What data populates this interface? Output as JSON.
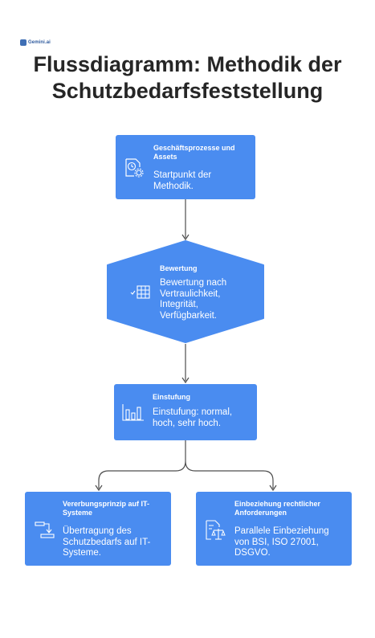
{
  "logo": {
    "text": "Gemini.ai"
  },
  "title": {
    "line1": "Flussdiagramm: Methodik der",
    "line2": "Schutzbedarfsfeststellung"
  },
  "nodes": {
    "processes": {
      "title_line1": "Geschäftsprozesse und",
      "title_line2": "Assets",
      "desc_line1": "Startpunkt der",
      "desc_line2": "Methodik.",
      "icon": "clock-gear-document-icon"
    },
    "evaluation": {
      "title": "Bewertung",
      "desc_line1": "Bewertung nach",
      "desc_line2": "Vertraulichkeit,",
      "desc_line3": "Integrität,",
      "desc_line4": "Verfügbarkeit.",
      "icon": "table-check-icon"
    },
    "classification": {
      "title": "Einstufung",
      "desc_line1": "Einstufung: normal,",
      "desc_line2": "hoch, sehr hoch.",
      "icon": "bar-chart-icon"
    },
    "inheritance": {
      "title_line1": "Vererbungsprinzip auf IT-",
      "title_line2": "Systeme",
      "desc_line1": "Übertragung des",
      "desc_line2": "Schutzbedarfs auf IT-",
      "desc_line3": "Systeme.",
      "icon": "hierarchy-arrow-icon"
    },
    "legal": {
      "title_line1": "Einbeziehung rechtlicher",
      "title_line2": "Anforderungen",
      "desc_line1": "Parallele Einbeziehung",
      "desc_line2": "von BSI, ISO 27001,",
      "desc_line3": "DSGVO.",
      "icon": "document-scales-icon"
    }
  },
  "colors": {
    "node": "#4a8cf0",
    "title": "#262626",
    "connector": "#4d4d4d"
  }
}
